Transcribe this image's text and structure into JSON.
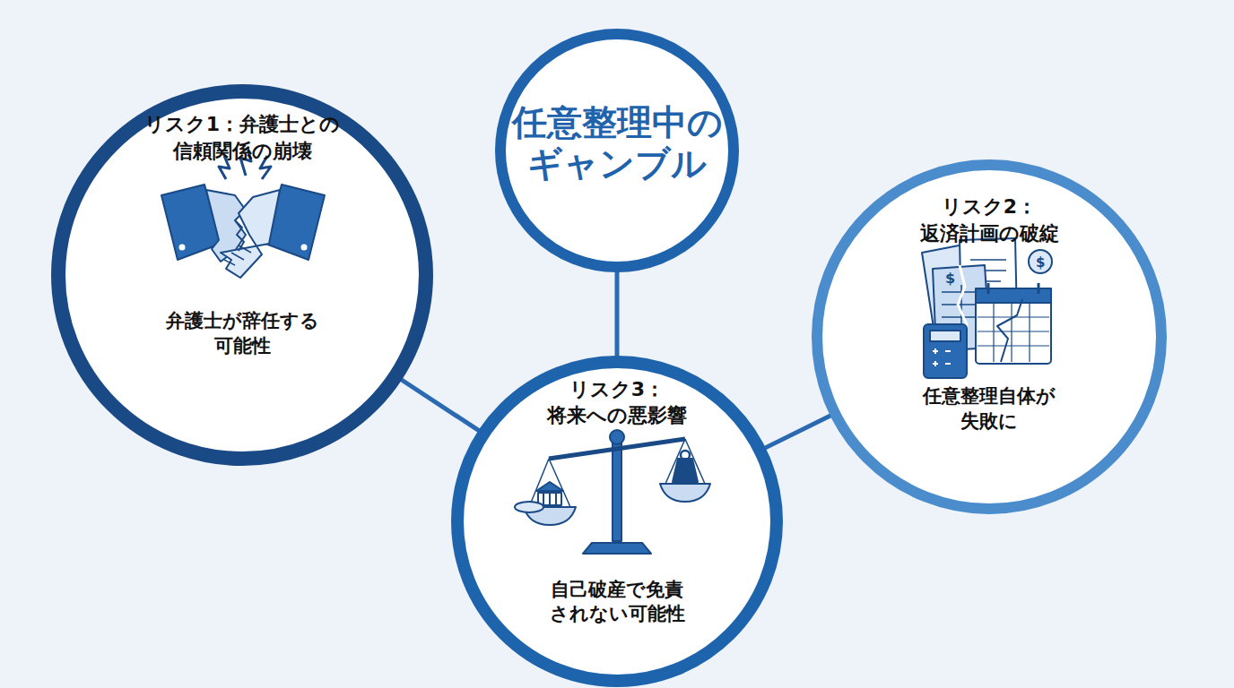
{
  "diagram": {
    "nodes": [
      {
        "text": [
          "任意整理中の ギャンブル"
        ]
      },
      {
        "text": [
          "リスク1：弁護士との 信頼関係の崩壊",
          "弁護士が辞任する 可能性"
        ]
      },
      {
        "text": [
          "リスク2： 返済計画の破綻",
          "任意整理自体が 失敗に"
        ]
      },
      {
        "text": [
          "リスク3： 将来への悪影響",
          "自己破産で免責 されない可能性"
        ]
      }
    ],
    "edges": [
      {
        "from": 0,
        "to": 3,
        "arrow": "none"
      },
      {
        "from": 1,
        "to": 3,
        "arrow": "none"
      },
      {
        "from": 2,
        "to": 3,
        "arrow": "none"
      }
    ]
  }
}
